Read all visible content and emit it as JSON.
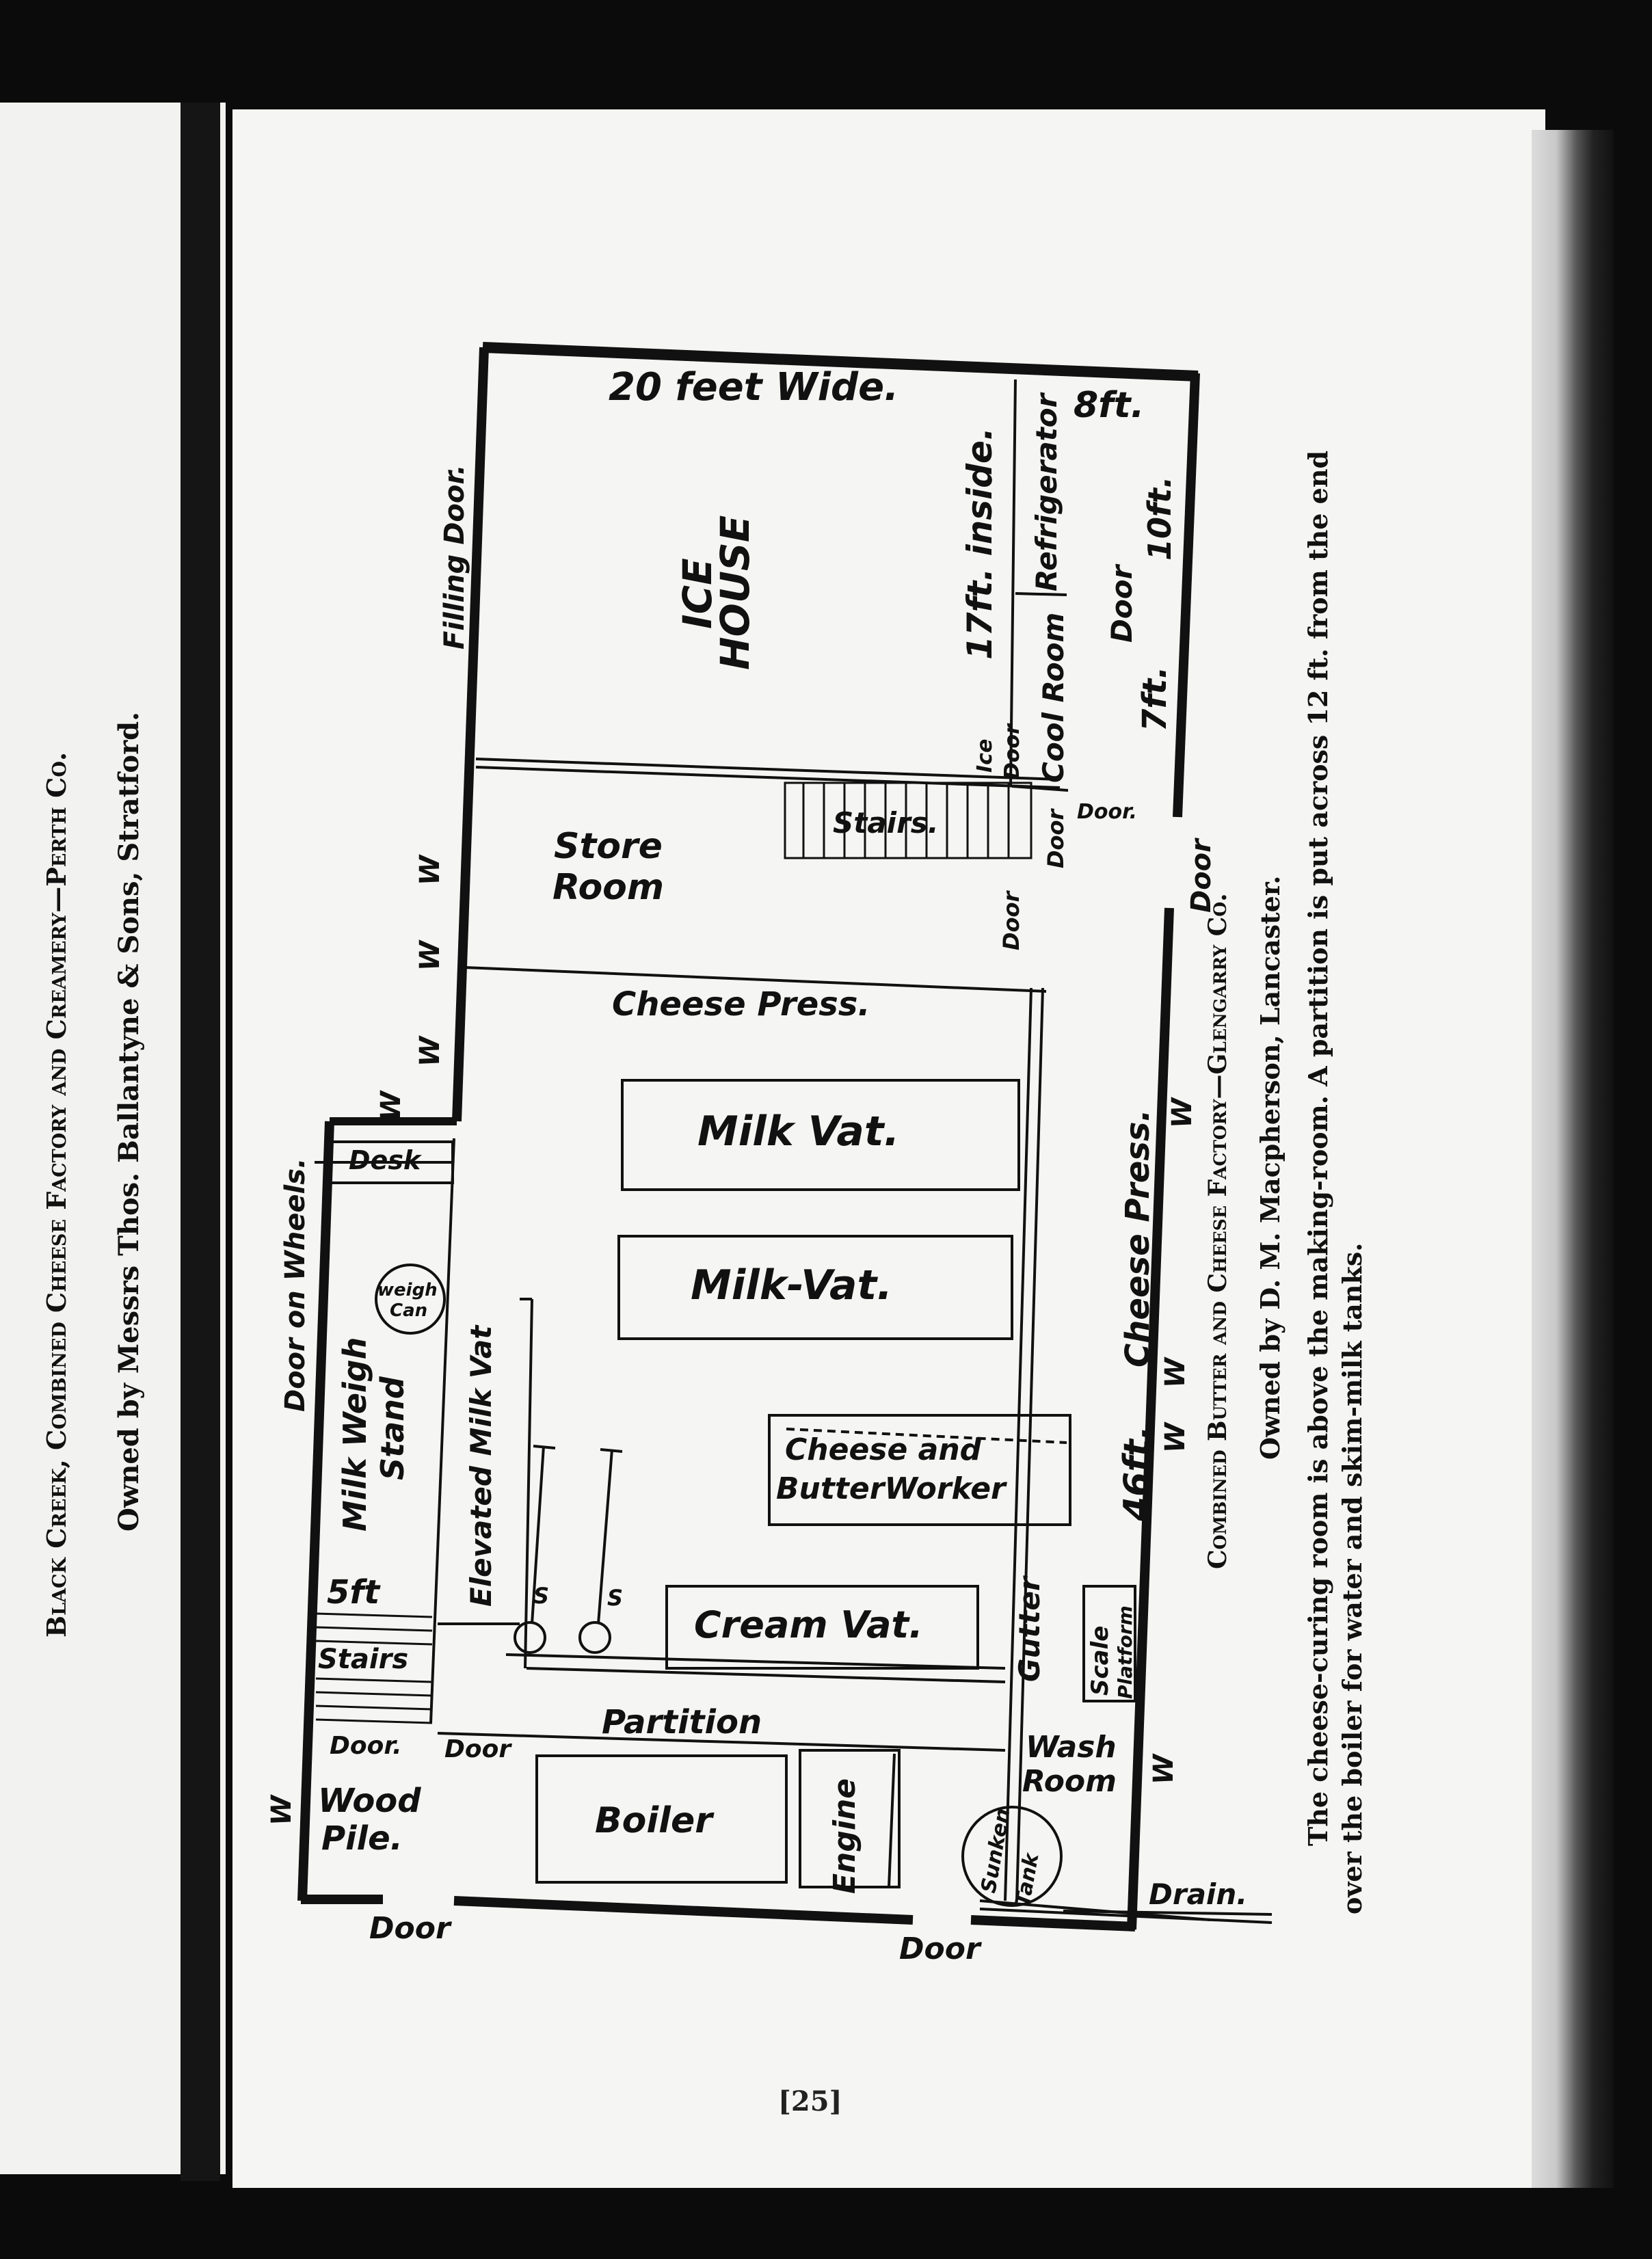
{
  "left_caption": {
    "title": "Black Creek, Combined Cheese Factory and Creamery—Perth Co.",
    "owner": "Owned by Messrs Thos. Ballantyne & Sons, Stratford."
  },
  "right_caption": {
    "title": "Combined Butter and Cheese Factory—Glengarry Co.",
    "owner": "Owned by D. M. Macpherson, Lancaster.",
    "note_line1": "The cheese-curing room is above the making-room. A partition is put across 12 ft. from the end",
    "note_line2": "over the boiler for water and skim-milk tanks."
  },
  "page_number": "[25]",
  "plan_labels": {
    "width": "20 feet Wide.",
    "eight_ft": "8ft.",
    "ten_ft": "10ft.",
    "seven_ft": "7ft.",
    "seventeen_ft": "17ft. inside.",
    "forty_six_ft": "46ft.",
    "five_ft": "5ft",
    "ice": "ICE",
    "house": "HOUSE",
    "refrigerator": "Refrigerator",
    "cool_room": "Cool Room",
    "ice_door_a": "Ice",
    "ice_door_b": "Door",
    "filling_door": "Filling Door.",
    "store": "Store",
    "room": "Room",
    "stairs": "Stairs.",
    "stairs2": "Stairs",
    "cheese_press": "Cheese Press.",
    "milk_vat1": "Milk Vat.",
    "milk_vat2": "Milk-Vat.",
    "cheese_and": "Cheese and",
    "butter_worker": "ButterWorker",
    "cream_vat": "Cream Vat.",
    "partition": "Partition",
    "boiler": "Boiler",
    "engine": "Engine",
    "sunken": "Sunken",
    "tank": "Tank",
    "wash": "Wash",
    "wash_room": "Room",
    "drain": "Drain.",
    "desk": "Desk",
    "weigh": "weigh",
    "can": "Can",
    "door_on_wheels": "Door on Wheels.",
    "milk_weigh": "Milk Weigh",
    "stand": "Stand",
    "elevated": "Elevated Milk Vat",
    "wood": "Wood",
    "pile": "Pile.",
    "gutter": "Gutter",
    "scale": "Scale",
    "platform": "Platform",
    "door": "Door",
    "door_dot": "Door.",
    "w": "W",
    "s": "S",
    "cheese_press_side": "Cheese Press."
  }
}
